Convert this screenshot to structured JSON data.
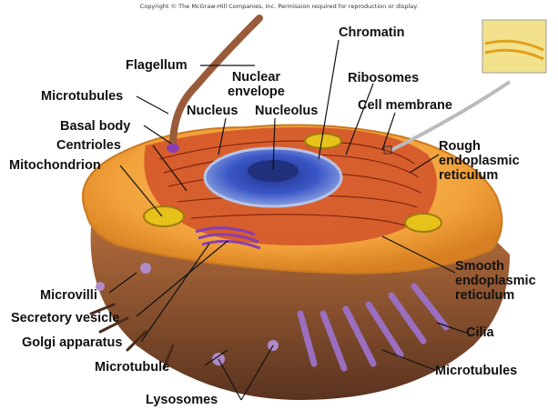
{
  "copyright": "Copyright © The McGraw-Hill Companies, Inc. Permission required for reproduction or display.",
  "labels": {
    "flagellum": "Flagellum",
    "nuclear_envelope": "Nuclear\nenvelope",
    "chromatin": "Chromatin",
    "ribosomes": "Ribosomes",
    "cell_membrane": "Cell membrane",
    "microtubules_top": "Microtubules",
    "basal_body": "Basal body",
    "nucleus": "Nucleus",
    "nucleolus": "Nucleolus",
    "centrioles": "Centrioles",
    "mitochondrion": "Mitochondrion",
    "rough_er": "Rough\nendoplasmic\nreticulum",
    "smooth_er": "Smooth\nendoplasmic\nreticulum",
    "microvilli": "Microvilli",
    "secretory_vesicle": "Secretory vesicle",
    "golgi": "Golgi apparatus",
    "cilia": "Cilia",
    "microtubule_bottom": "Microtubule",
    "microtubules_bottom": "Microtubules",
    "lysosomes": "Lysosomes"
  },
  "colors": {
    "cytoplasm": "#f2a23a",
    "cell_side": "#7a4a2a",
    "nucleus": "#3b57c7",
    "rough_er": "#d4552a",
    "golgi": "#8a3fb0",
    "mitochondrion": "#e6c21a",
    "cilia": "#9a6fc0",
    "membrane_inset": "#f3e28c"
  }
}
